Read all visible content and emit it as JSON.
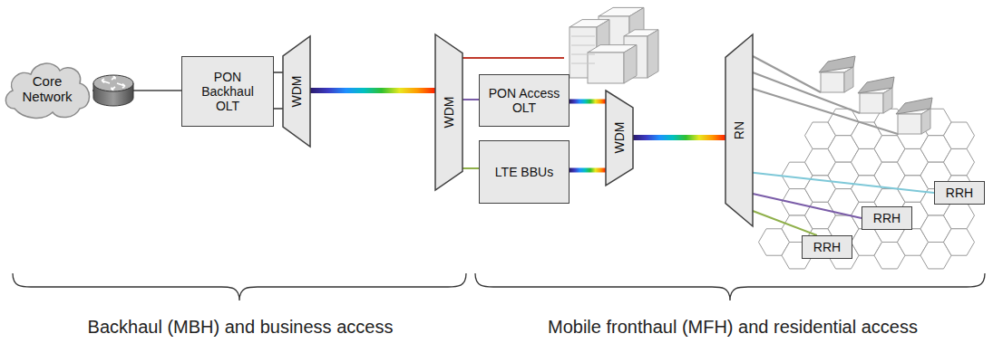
{
  "diagram": {
    "nodes": [
      {
        "text": [
          "Core Network"
        ]
      },
      {
        "text": [
          "PON Backhaul OLT"
        ]
      },
      {
        "text": [
          "WDM"
        ]
      },
      {
        "text": [
          "WDM"
        ]
      },
      {
        "text": [
          "PON Access OLT"
        ]
      },
      {
        "text": [
          "LTE BBUs"
        ]
      },
      {
        "text": [
          "WDM"
        ]
      },
      {
        "text": [
          "RN"
        ]
      },
      {
        "text": [
          "RRH"
        ]
      },
      {
        "text": [
          "RRH"
        ]
      },
      {
        "text": [
          "RRH"
        ]
      }
    ],
    "edges": [
      {
        "from": 0,
        "to": 1,
        "arrow": "none"
      },
      {
        "from": 1,
        "to": 2,
        "arrow": "none"
      },
      {
        "from": 1,
        "to": 2,
        "arrow": "none"
      },
      {
        "from": 2,
        "to": 3,
        "arrow": "none"
      },
      {
        "from": 3,
        "to": 4,
        "arrow": "none"
      },
      {
        "from": 3,
        "to": 5,
        "arrow": "none"
      },
      {
        "from": 4,
        "to": 6,
        "arrow": "none"
      },
      {
        "from": 5,
        "to": 6,
        "arrow": "none"
      },
      {
        "from": 6,
        "to": 7,
        "arrow": "none"
      },
      {
        "from": 7,
        "to": 8,
        "arrow": "none"
      },
      {
        "from": 7,
        "to": 9,
        "arrow": "none"
      },
      {
        "from": 7,
        "to": 10,
        "arrow": "none"
      }
    ],
    "labels": [
      "Backhaul (MBH) and business access",
      "Mobile fronthaul (MFH) and residential access"
    ]
  }
}
